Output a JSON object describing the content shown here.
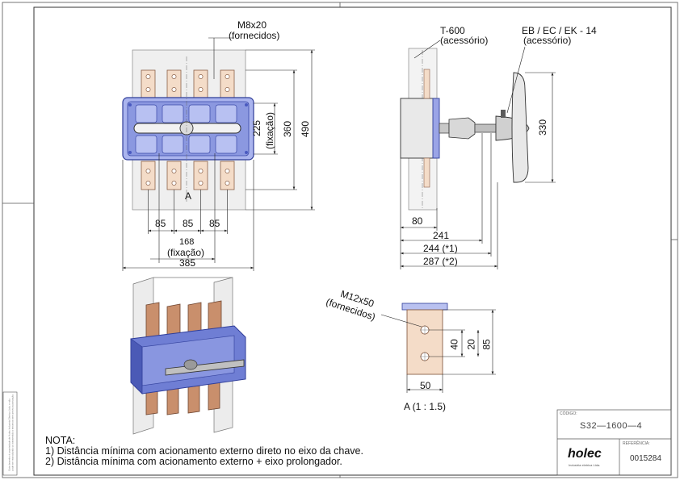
{
  "drawing": {
    "bolt_label_top": "M8x20",
    "bolt_note_top": "(fornecidos)",
    "dim_225": "225",
    "dim_fixacao": "(fixação)",
    "dim_360": "360",
    "dim_490": "490",
    "view_marker": "A",
    "dim_85_a": "85",
    "dim_85_b": "85",
    "dim_85_c": "85",
    "dim_168": "168",
    "dim_168_note": "(fixação)",
    "dim_385": "385",
    "shaft_label": "T-600",
    "shaft_note": "(acessório)",
    "handle_label": "EB / EC / EK - 14",
    "handle_note": "(acessório)",
    "dim_330": "330",
    "dim_80": "80",
    "dim_241": "241",
    "dim_244": "244 (*1)",
    "dim_287": "287 (*2)",
    "detail_bolt_label": "M12x50",
    "detail_bolt_note": "(fornecidos)",
    "dim_40": "40",
    "dim_20": "20",
    "dim_85_detail": "85",
    "dim_50": "50",
    "detail_caption": "A  (1 : 1.5)"
  },
  "notes": {
    "heading": "NOTA:",
    "line1": "1) Distância mínima com acionamento externo direto no eixo da chave.",
    "line2": "2) Distância mínima com acionamento externo + eixo prolongador."
  },
  "title_block": {
    "code_label": "CÓDIGO:",
    "code": "S32—1600—4",
    "reference_label": "REFERÊNCIA:",
    "reference": "0015284",
    "brand": "holec",
    "brand_sub": "Industria eletrica Ltda."
  },
  "side_stamp": {
    "text": "Este desenho é propriedade de Holec Industria Eletrica Ltda. e não pode ser reproduzido ou transmitido a terceiros sem prévia autorização."
  },
  "colors": {
    "body_blue": "#5a69c9",
    "body_blue_dark": "#2f3d99",
    "copper": "#e8c0a0",
    "copper_dark": "#9a6b50",
    "grey_plate": "#e4e4e4",
    "line": "#222222"
  }
}
